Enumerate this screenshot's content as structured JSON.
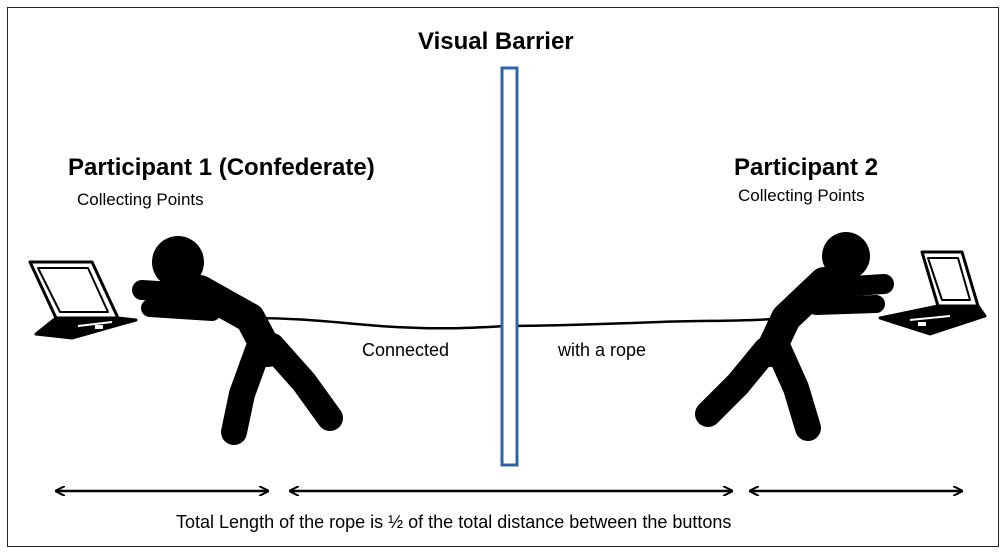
{
  "barrier": {
    "title": "Visual Barrier"
  },
  "participant1": {
    "name": "Participant 1 (Confederate)",
    "status": "Collecting Points"
  },
  "participant2": {
    "name": "Participant 2",
    "status": "Collecting Points"
  },
  "rope": {
    "label_left": "Connected",
    "label_right": "with a rope"
  },
  "caption": "Total Length of the rope is ½ of the total distance between the buttons",
  "colors": {
    "barrier": "#2e66a8",
    "figure": "#000000",
    "text": "#000000"
  }
}
